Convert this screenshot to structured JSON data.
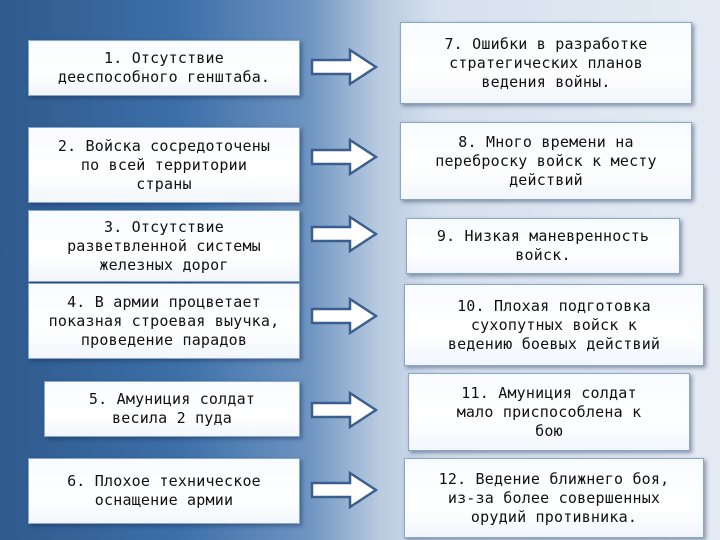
{
  "left_items": [
    {
      "label": "1. Отсутствие\nдееспособного генштаба."
    },
    {
      "label": "2. Войска сосредоточены\nпо всей территории\nстраны"
    },
    {
      "label": "3. Отсутствие\nразветвленной системы\nжелезных дорог"
    },
    {
      "label": "4. В армии процветает\nпоказная строевая выучка,\nпроведение парадов"
    },
    {
      "label": "5. Амуниция солдат\nвесила 2 пуда"
    },
    {
      "label": "6. Плохое техническое\nоснащение армии"
    }
  ],
  "right_items": [
    {
      "label": "7. Ошибки в разработке\nстратегических планов\nведения войны."
    },
    {
      "label": "8. Много времени на\nпереброску войск к месту\nдействий"
    },
    {
      "label": "9. Низкая маневренность\nвойск."
    },
    {
      "label": "10. Плохая подготовка\nсухопутных войск к\nведению боевых действий"
    },
    {
      "label": "11. Амуниция солдат\nмало приспособлена к\nбою"
    },
    {
      "label": "12. Ведение ближнего боя,\nиз-за более совершенных\nорудий противника."
    }
  ],
  "colors": {
    "arrow_fill": "#ffffff",
    "arrow_stroke": "#3a5f8f",
    "box_border": "#8aa6c8"
  }
}
